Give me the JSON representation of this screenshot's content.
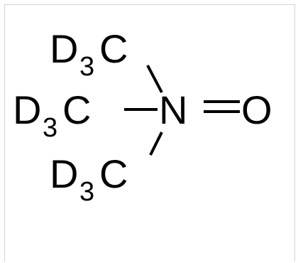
{
  "structure": {
    "groups": [
      {
        "label": "D",
        "subscript": "3",
        "carbon": "C"
      },
      {
        "label": "D",
        "subscript": "3",
        "carbon": "C"
      },
      {
        "label": "D",
        "subscript": "3",
        "carbon": "C"
      }
    ],
    "nitrogen": "N",
    "oxygen": "O"
  },
  "colors": {
    "ink": "#000000",
    "border": "#d4d4d4",
    "background": "#ffffff"
  }
}
